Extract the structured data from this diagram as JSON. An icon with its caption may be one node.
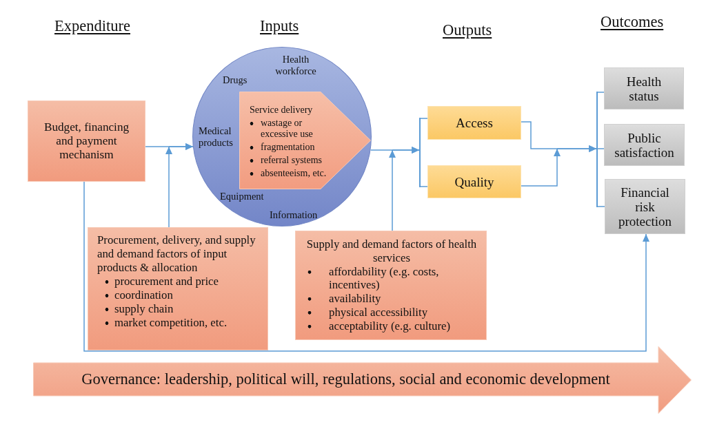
{
  "diagram": {
    "nodes": [
      {
        "text": [
          "Budget, financing and payment mechanism"
        ]
      },
      {
        "text": [
          "Health workforce",
          "Drugs",
          "Medical products",
          "Equipment",
          "Information"
        ]
      },
      {
        "text": [
          "Service delivery",
          "wastage or excessive use",
          "fragmentation",
          "referral systems",
          "absenteeism, etc."
        ],
        "in": 1
      },
      {
        "text": [],
        "shape": "bar"
      },
      {
        "text": [
          "Access"
        ]
      },
      {
        "text": [
          "Quality"
        ]
      },
      {
        "text": [],
        "shape": "bar"
      },
      {
        "text": [
          "Health status"
        ]
      },
      {
        "text": [
          "Public satisfaction"
        ]
      },
      {
        "text": [
          "Financial risk protection"
        ]
      },
      {
        "text": [
          "Procurement, delivery, and supply and demand factors of input products & allocation",
          "procurement and price",
          "coordination",
          "supply chain",
          "market competition, etc."
        ]
      },
      {
        "text": [
          "Supply and demand factors of health services",
          "affordability (e.g. costs, incentives)",
          "availability",
          "physical accessibility",
          "acceptability (e.g. culture)"
        ]
      },
      {
        "text": [
          "Governance: leadership, political will, regulations, social and economic development"
        ]
      }
    ],
    "edges": [
      {
        "from": 0,
        "to": 1,
        "arrow": "to"
      },
      {
        "from": 10,
        "to": 1,
        "arrow": "to"
      },
      {
        "from": 1,
        "to": 3,
        "arrow": "to"
      },
      {
        "from": 11,
        "to": 3,
        "arrow": "to"
      },
      {
        "from": 3,
        "to": 4,
        "arrow": "none"
      },
      {
        "from": 3,
        "to": 5,
        "arrow": "none"
      },
      {
        "from": 4,
        "to": 6,
        "arrow": "to"
      },
      {
        "from": 5,
        "to": 6,
        "arrow": "to"
      },
      {
        "from": 6,
        "to": 7,
        "arrow": "none"
      },
      {
        "from": 6,
        "to": 8,
        "arrow": "none"
      },
      {
        "from": 6,
        "to": 9,
        "arrow": "none"
      },
      {
        "from": 0,
        "to": 9,
        "arrow": "to"
      }
    ],
    "labels": [
      "Expenditure",
      "Inputs",
      "Outputs",
      "Outcomes"
    ]
  }
}
